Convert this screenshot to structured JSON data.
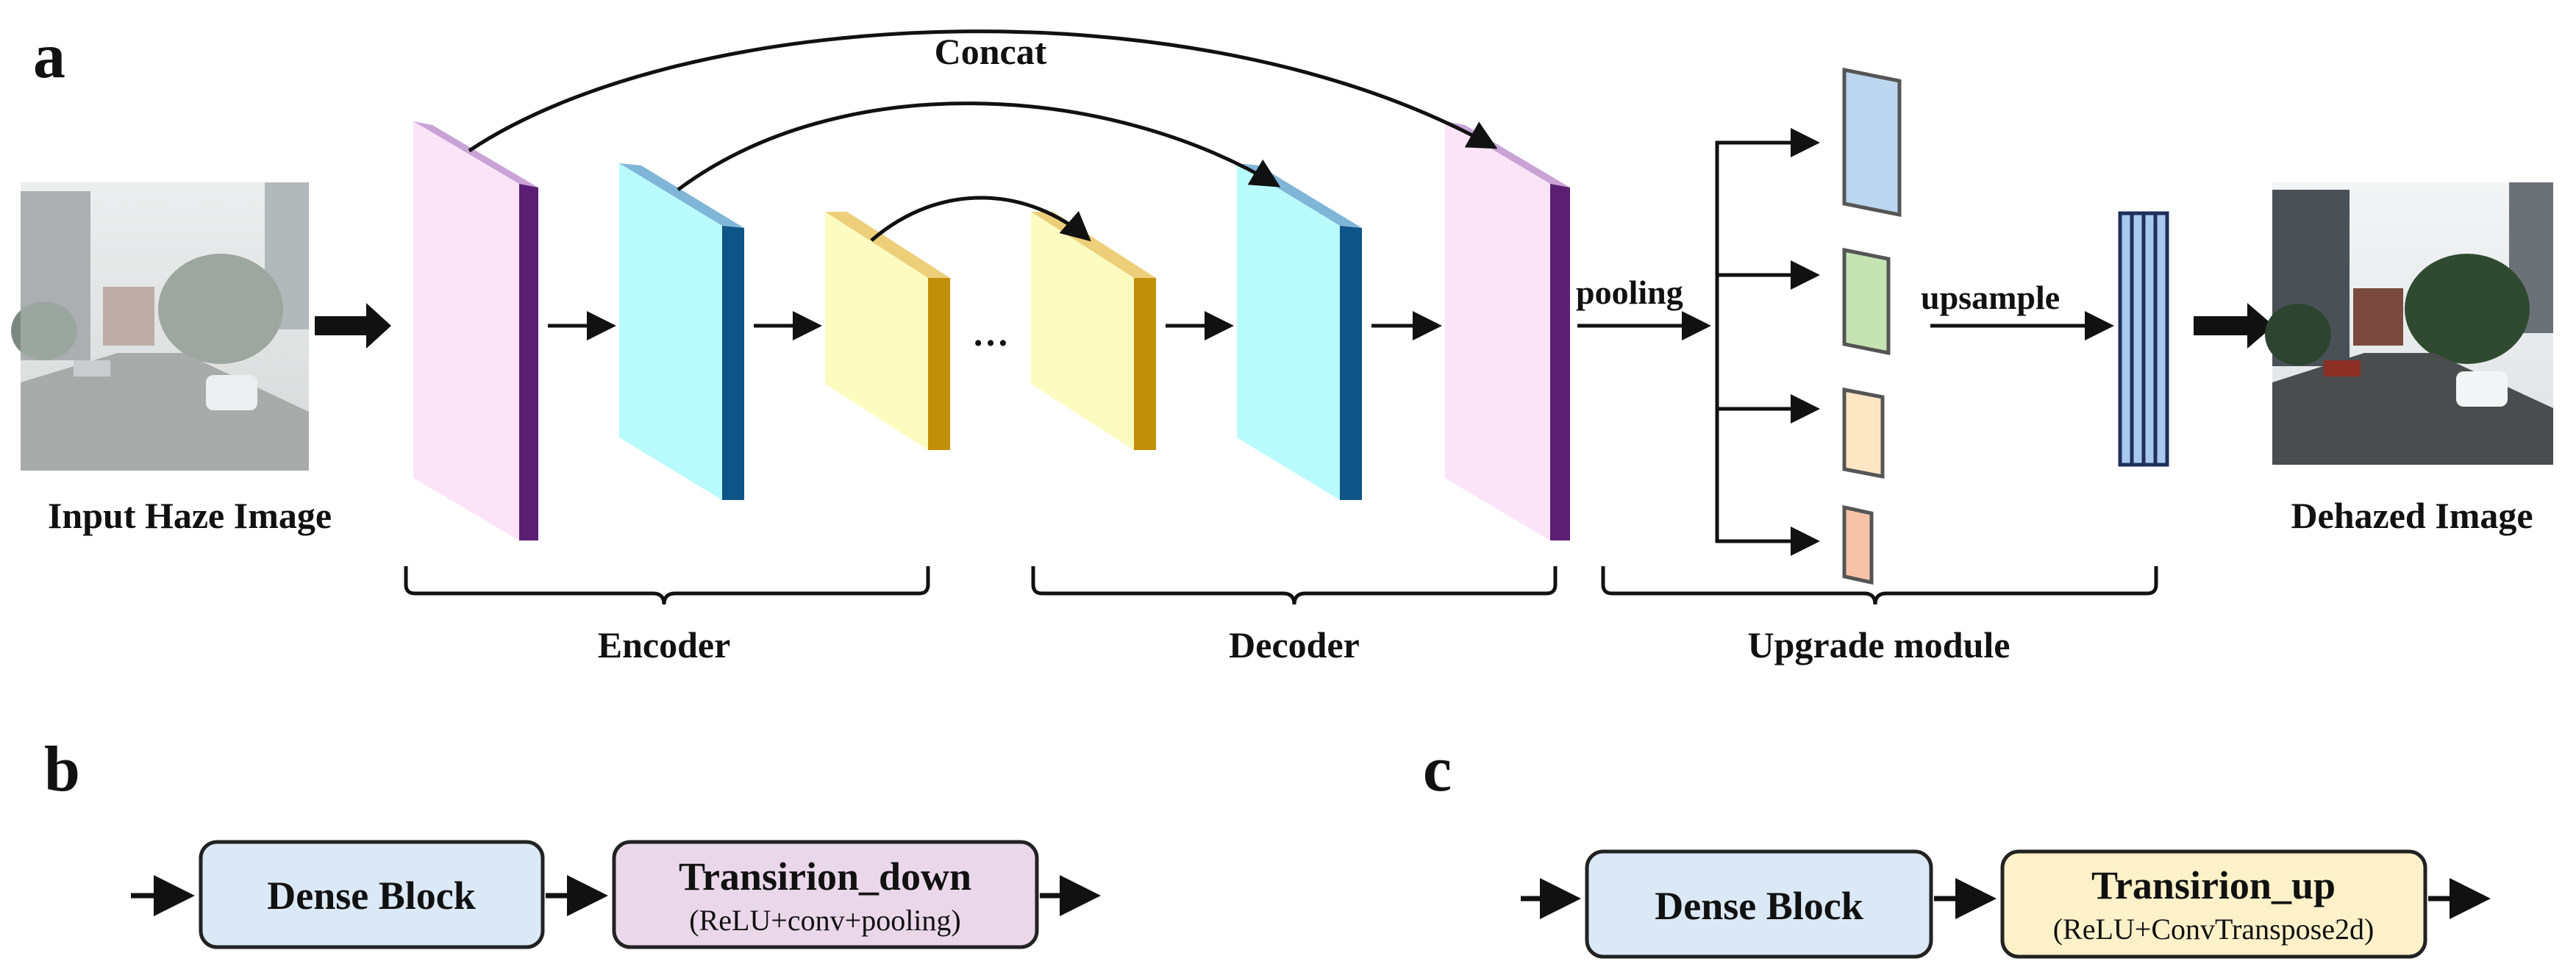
{
  "panels": {
    "a": "a",
    "b": "b",
    "c": "c"
  },
  "panel_a": {
    "input_label": "Input Haze Image",
    "output_label": "Dehazed Image",
    "concat_label": "Concat",
    "ellipsis": "…",
    "pooling_label": "pooling",
    "upsample_label": "upsample",
    "encoder_label": "Encoder",
    "decoder_label": "Decoder",
    "upgrade_label": "Upgrade module"
  },
  "panel_b": {
    "block1_title": "Dense Block",
    "block2_title": "Transirion_down",
    "block2_sub": "(ReLU+conv+pooling)"
  },
  "panel_c": {
    "block1_title": "Dense Block",
    "block2_title": "Transirion_up",
    "block2_sub": "(ReLU+ConvTranspose2d)"
  },
  "colors": {
    "pink_face": "#fce4f8",
    "pink_side": "#5a1f73",
    "pink_top": "#c9a3d6",
    "cyan_face": "#b9fbfc",
    "cyan_side": "#0f5487",
    "cyan_top": "#7fb6d8",
    "yellow_face": "#fdfcc0",
    "yellow_side": "#c28f08",
    "yellow_top": "#edcf7a",
    "dense_block_fill": "#dbe8f5",
    "trans_down_fill": "#ead8ea",
    "trans_up_fill": "#fdf1c9",
    "pool_blue": "#bcd6ef",
    "pool_green": "#c5e3b3",
    "pool_cream": "#fde6c4",
    "pool_salmon": "#f6c3a8",
    "upsample_stack": "#a8c8ee"
  }
}
